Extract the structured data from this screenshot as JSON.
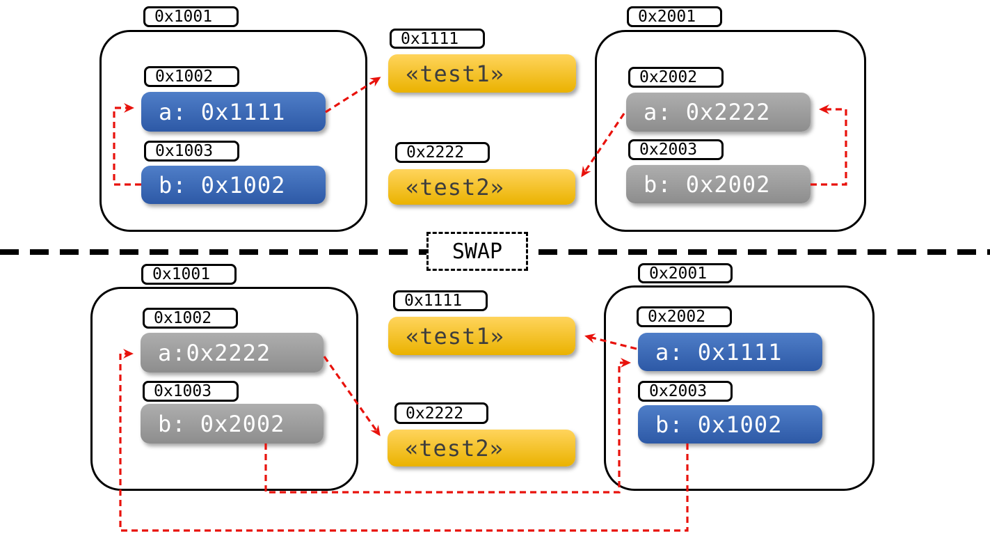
{
  "divider": {
    "label": "SWAP"
  },
  "colors": {
    "pointer_red": "#e8120c",
    "var_blue_top": "#4f7ec8",
    "var_blue_bottom": "#2d59a6",
    "var_gray_top": "#aeaeae",
    "var_gray_bottom": "#8d8d8d",
    "string_yellow_top": "#ffd45c",
    "string_yellow_bottom": "#eab200",
    "outline_black": "#000000"
  },
  "before": {
    "frame1": {
      "address": "0x1001",
      "vars": [
        {
          "address": "0x1002",
          "text": "a: 0x1111"
        },
        {
          "address": "0x1003",
          "text": "b: 0x1002"
        }
      ]
    },
    "strings": [
      {
        "address": "0x1111",
        "text": "«test1»"
      },
      {
        "address": "0x2222",
        "text": "«test2»"
      }
    ],
    "frame2": {
      "address": "0x2001",
      "vars": [
        {
          "address": "0x2002",
          "text": "a: 0x2222"
        },
        {
          "address": "0x2003",
          "text": "b: 0x2002"
        }
      ]
    }
  },
  "after": {
    "frame1": {
      "address": "0x1001",
      "vars": [
        {
          "address": "0x1002",
          "text": "a:0x2222"
        },
        {
          "address": "0x1003",
          "text": "b: 0x2002"
        }
      ]
    },
    "strings": [
      {
        "address": "0x1111",
        "text": "«test1»"
      },
      {
        "address": "0x2222",
        "text": "«test2»"
      }
    ],
    "frame2": {
      "address": "0x2001",
      "vars": [
        {
          "address": "0x2002",
          "text": "a: 0x1111"
        },
        {
          "address": "0x2003",
          "text": "b: 0x1002"
        }
      ]
    }
  }
}
